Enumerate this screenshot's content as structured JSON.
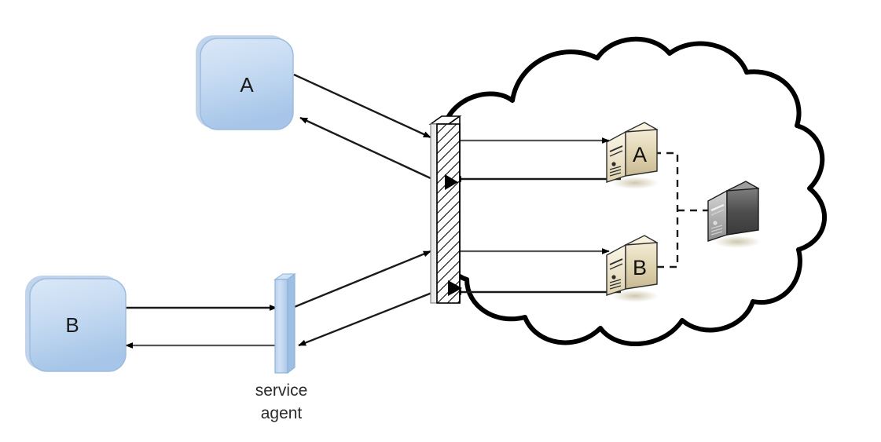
{
  "diagram": {
    "title": "service agent through firewall to cloud servers",
    "background_color": "#ffffff",
    "nodes": {
      "client_a": {
        "label": "A",
        "type": "rounded-box",
        "fill_top": "#d3e2f5",
        "fill_bottom": "#a8c6e8",
        "stroke": "#8fb3da"
      },
      "client_b": {
        "label": "B",
        "type": "rounded-box",
        "fill_top": "#d3e2f5",
        "fill_bottom": "#a8c6e8",
        "stroke": "#8fb3da"
      },
      "service_agent": {
        "label_line1": "service",
        "label_line2": "agent",
        "type": "vertical-slab",
        "fill_top": "#cfe0f4",
        "fill_bottom": "#a6c4e6",
        "stroke": "#8fb3da"
      },
      "firewall": {
        "label": "",
        "type": "hatched-wall",
        "fill": "#ffffff",
        "stroke": "#000000",
        "hatch_color": "#000000"
      },
      "cloud": {
        "label": "",
        "type": "cloud-outline",
        "stroke": "#000000",
        "fill": "#ffffff",
        "stroke_width": 6
      },
      "server_a": {
        "label": "A",
        "type": "tower-server",
        "fill_light": "#efe6cc",
        "fill_dark": "#cbbf9c",
        "stroke": "#3a3a3a"
      },
      "server_b": {
        "label": "B",
        "type": "tower-server",
        "fill_light": "#efe6cc",
        "fill_dark": "#cbbf9c",
        "stroke": "#3a3a3a"
      },
      "database_server": {
        "label": "",
        "type": "tower-server",
        "fill_light": "#b9b9b9",
        "fill_dark": "#4a4a4a",
        "stroke": "#1e1e1e"
      }
    },
    "edges": [
      {
        "name": "a-to-firewall",
        "from": "client_a",
        "to": "firewall",
        "style": "solid",
        "arrow": "end"
      },
      {
        "name": "firewall-to-a",
        "from": "firewall",
        "to": "client_a",
        "style": "solid",
        "arrow": "end"
      },
      {
        "name": "b-to-agent",
        "from": "client_b",
        "to": "service_agent",
        "style": "solid",
        "arrow": "end"
      },
      {
        "name": "agent-to-b",
        "from": "service_agent",
        "to": "client_b",
        "style": "solid",
        "arrow": "end"
      },
      {
        "name": "agent-to-firewall",
        "from": "service_agent",
        "to": "firewall",
        "style": "solid",
        "arrow": "end"
      },
      {
        "name": "firewall-to-agent",
        "from": "firewall",
        "to": "service_agent",
        "style": "solid",
        "arrow": "end"
      },
      {
        "name": "firewall-to-server-a",
        "from": "firewall",
        "to": "server_a",
        "style": "solid",
        "arrow": "end"
      },
      {
        "name": "server-a-to-firewall",
        "from": "server_a",
        "to": "firewall",
        "style": "solid",
        "arrow": "end"
      },
      {
        "name": "firewall-to-server-b",
        "from": "firewall",
        "to": "server_b",
        "style": "solid",
        "arrow": "end"
      },
      {
        "name": "server-b-to-firewall",
        "from": "server_b",
        "to": "firewall",
        "style": "solid",
        "arrow": "end"
      },
      {
        "name": "server-a-to-database",
        "from": "server_a",
        "to": "database_server",
        "style": "dashed",
        "arrow": "none"
      },
      {
        "name": "server-b-to-database",
        "from": "server_b",
        "to": "database_server",
        "style": "dashed",
        "arrow": "none"
      }
    ]
  }
}
